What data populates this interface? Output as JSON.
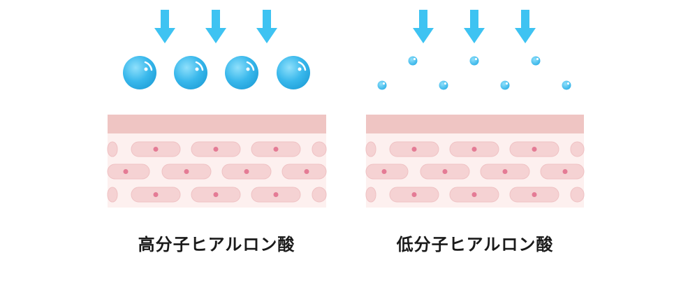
{
  "colors": {
    "arrow": "#3ec3f2",
    "droplet": "#39b8ec",
    "skin_top": "#efc5c3",
    "skin_body": "#fdf0ef",
    "cell_fill": "#f5d2d3",
    "cell_stroke": "#efc1c3",
    "nucleus": "#e47b95"
  },
  "icons": {
    "arrow": "down-arrow-icon",
    "droplet_large": "large-molecule-droplet",
    "droplet_small": "small-molecule-droplet"
  },
  "panels": [
    {
      "id": "high",
      "caption": "高分子ヒアルロン酸",
      "molecule_size": "large",
      "molecule_count": 4,
      "arrow_count": 3
    },
    {
      "id": "low",
      "caption": "低分子ヒアルロン酸",
      "molecule_size": "small",
      "molecule_count": 7,
      "arrow_count": 3
    }
  ]
}
